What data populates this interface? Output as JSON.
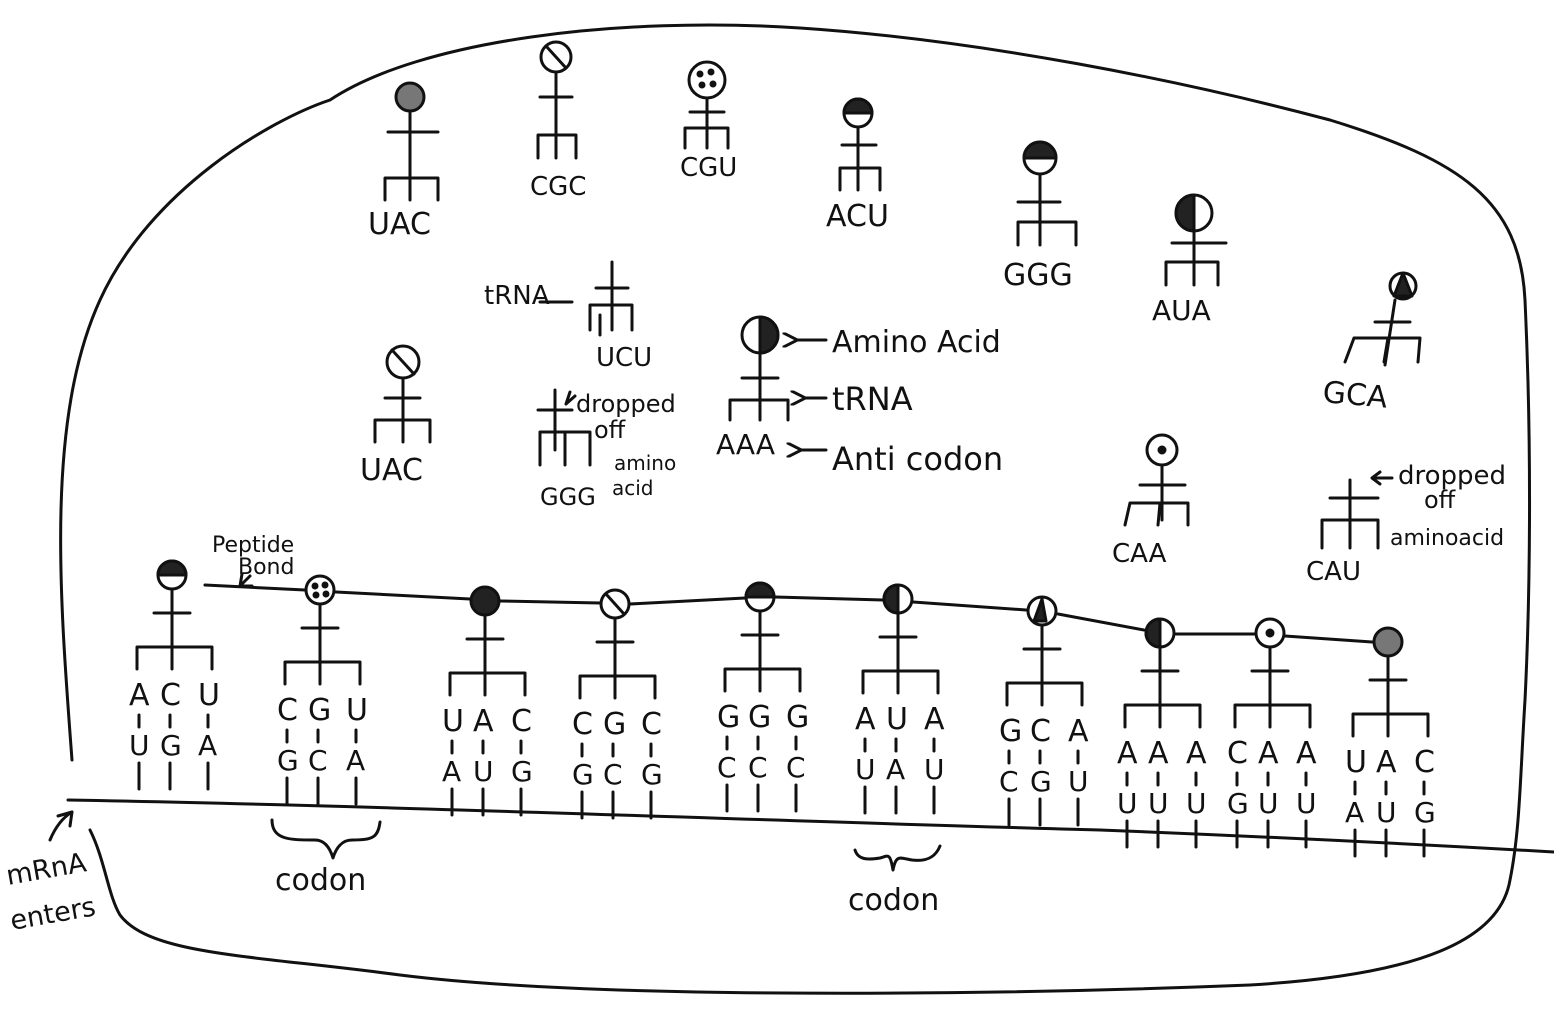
{
  "colors": {
    "ink": "#111111",
    "paper": "#ffffff",
    "dark_fill": "#222222",
    "gray_fill": "#777777"
  },
  "free_trnas": [
    {
      "anticodon": "UAC",
      "amino_acid": "gray-dotted-circle-icon"
    },
    {
      "anticodon": "CGC",
      "amino_acid": "slashed-circle-icon"
    },
    {
      "anticodon": "CGU",
      "amino_acid": "dotted-circle-icon"
    },
    {
      "anticodon": "ACU",
      "amino_acid": "top-dark-circle-icon"
    },
    {
      "anticodon": "GGG",
      "amino_acid": "top-dark-circle-icon"
    },
    {
      "anticodon": "AUA",
      "amino_acid": "left-half-dark-circle-icon"
    },
    {
      "anticodon": "GCA",
      "amino_acid": "triangle-dark-circle-icon"
    },
    {
      "anticodon": "UCU",
      "amino_acid": "none"
    },
    {
      "anticodon": "UAC",
      "amino_acid": "slashed-circle-icon"
    },
    {
      "anticodon": "GGG",
      "amino_acid": "none"
    },
    {
      "anticodon": "CAA",
      "amino_acid": "center-dot-circle-icon"
    },
    {
      "anticodon": "CAU",
      "amino_acid": "none"
    }
  ],
  "legend": {
    "amino_acid": "Amino Acid",
    "trna": "tRNA",
    "anticodon": "Anti codon",
    "legend_anticodon": "AAA"
  },
  "notes": {
    "trna_label": "tRNA",
    "dropped_off_1": [
      "dropped",
      "off",
      "amino",
      "acid"
    ],
    "dropped_off_2": [
      "dropped",
      "off",
      "aminoacid"
    ],
    "peptide_bond": [
      "Peptide",
      "Bond"
    ],
    "mrna_enters": [
      "mRnA",
      "enters"
    ],
    "codon_1": "codon",
    "codon_2": "codon"
  },
  "chain": [
    {
      "anticodon": [
        "A",
        "C",
        "U"
      ],
      "codon": [
        "U",
        "G",
        "A"
      ]
    },
    {
      "anticodon": [
        "C",
        "G",
        "U"
      ],
      "codon": [
        "G",
        "C",
        "A"
      ]
    },
    {
      "anticodon": [
        "U",
        "A",
        "C"
      ],
      "codon": [
        "A",
        "U",
        "G"
      ]
    },
    {
      "anticodon": [
        "C",
        "G",
        "C"
      ],
      "codon": [
        "G",
        "C",
        "G"
      ]
    },
    {
      "anticodon": [
        "G",
        "G",
        "G"
      ],
      "codon": [
        "C",
        "C",
        "C"
      ]
    },
    {
      "anticodon": [
        "A",
        "U",
        "A"
      ],
      "codon": [
        "U",
        "A",
        "U"
      ]
    },
    {
      "anticodon": [
        "G",
        "C",
        "A"
      ],
      "codon": [
        "C",
        "G",
        "U"
      ]
    },
    {
      "anticodon": [
        "A",
        "A",
        "A"
      ],
      "codon": [
        "U",
        "U",
        "U"
      ]
    },
    {
      "anticodon": [
        "C",
        "A",
        "A"
      ],
      "codon": [
        "G",
        "U",
        "U"
      ]
    },
    {
      "anticodon": [
        "U",
        "A",
        "C"
      ],
      "codon": [
        "A",
        "U",
        "G"
      ]
    }
  ]
}
